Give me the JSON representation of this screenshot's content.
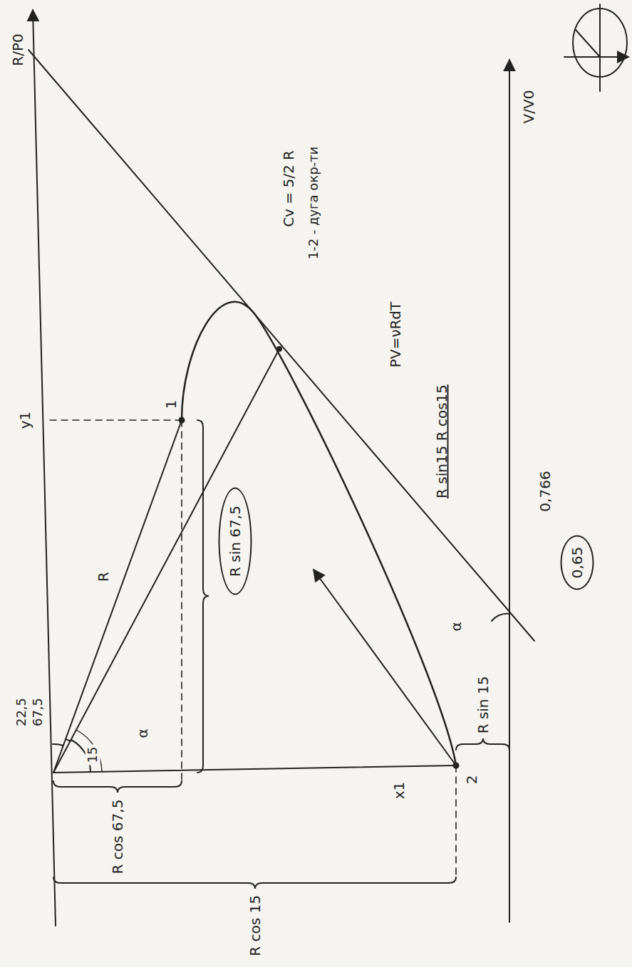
{
  "diagram": {
    "nodes": [
      {
        "text": [
          "R sin 67,5"
        ]
      },
      {
        "text": [
          "0,65"
        ]
      }
    ],
    "labels": [
      "R/P0",
      "Cv = 5/2 R",
      "1-2 - дуга окр-ти",
      "PV=νRdT",
      "R sin15 R cos15",
      "0,766",
      "V/V0",
      "R sin 15",
      "α",
      "α",
      "1",
      "2",
      "R",
      "22,5",
      "67,5",
      "15",
      "x1",
      "y1",
      "R cos 67,5",
      "R cos 15"
    ]
  }
}
